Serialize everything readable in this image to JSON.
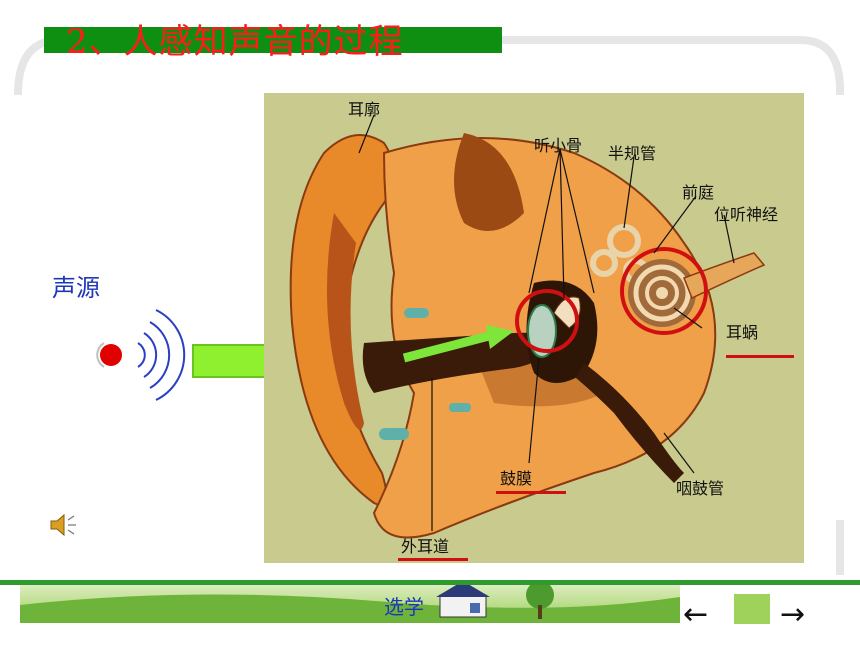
{
  "title": "2、人感知声音的过程",
  "source_label": "声源",
  "labels": {
    "pinna": "耳廓",
    "ossicles": "听小骨",
    "semicircular": "半规管",
    "vestibule": "前庭",
    "nerve": "位听神经",
    "cochlea": "耳蜗",
    "eardrum": "鼓膜",
    "eustachian": "咽鼓管",
    "canal": "外耳道"
  },
  "footer": {
    "text": "选学",
    "prev": "←",
    "next": "→"
  },
  "icons": [
    "sound-wave-icon",
    "speaker-icon",
    "arrow-right-icon"
  ],
  "colors": {
    "title_bar": "#0f8f12",
    "title_text": "#ff1b1b",
    "label_blue": "#1d37b8",
    "highlight_red": "#d01010",
    "arrow_green": "#7ee63a"
  }
}
